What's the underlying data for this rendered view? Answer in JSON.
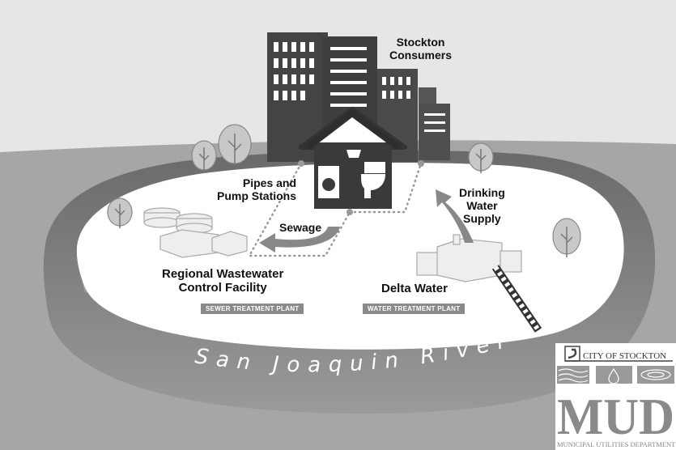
{
  "labels": {
    "consumers": "Stockton\nConsumers",
    "pipes": "Pipes and\nPump Stations",
    "sewage": "Sewage",
    "drinking": "Drinking\nWater\nSupply",
    "wastewater": "Regional Wastewater\nControl Facility",
    "delta": "Delta Water",
    "sewer_badge": "SEWER TREATMENT PLANT",
    "water_badge": "WATER TREATMENT PLANT",
    "river": "San Joaquin River"
  },
  "logo": {
    "city": "CITY OF STOCKTON",
    "acronym": "MUD",
    "department": "MUNICIPAL UTILITIES DEPARTMENT"
  },
  "colors": {
    "background": "#e6e6e6",
    "land": "#a6a6a6",
    "river": "#6e6e6e",
    "island": "#ffffff",
    "buildings": "#4a4a4a",
    "house": "#3a3a3a",
    "badge": "#8a8a8a"
  }
}
